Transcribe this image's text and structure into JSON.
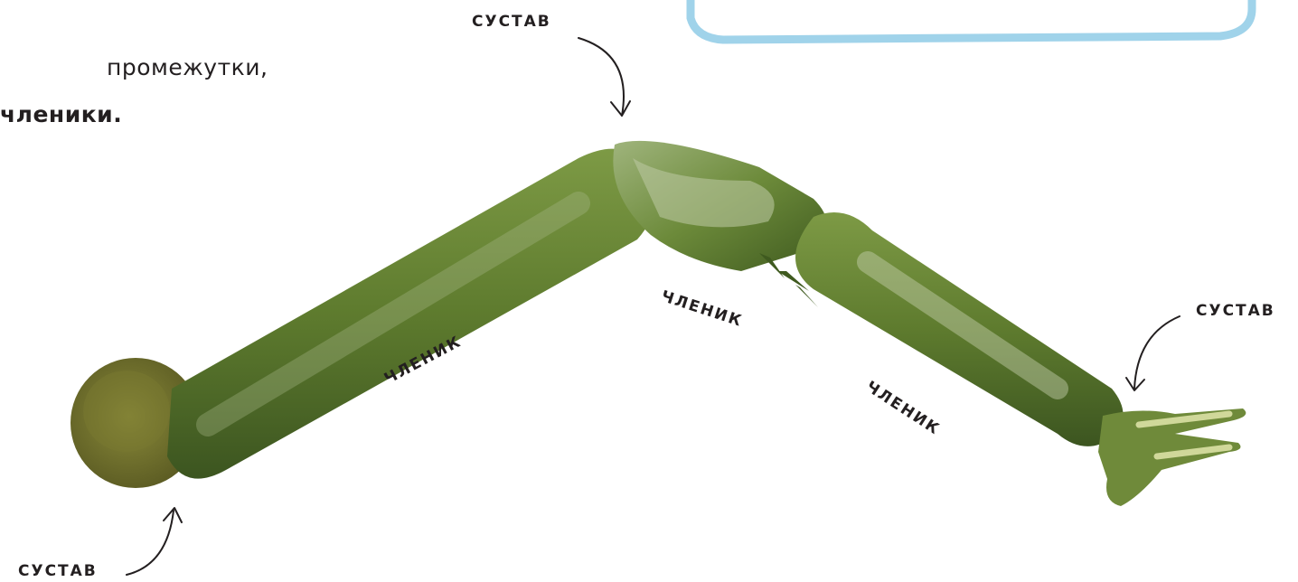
{
  "text": {
    "line1": "промежутки,",
    "line2": "членики."
  },
  "labels": {
    "joint_top": "СУСТАВ",
    "joint_right": "СУСТАВ",
    "joint_bottom": "СУСТАВ",
    "segment_left": "ЧЛЕНИК",
    "segment_middle": "ЧЛЕНИК",
    "segment_right": "ЧЛЕНИК"
  },
  "colors": {
    "leg_dark": "#3f5a1f",
    "leg_mid": "#6f8a3a",
    "leg_light": "#a9b98a",
    "box_border": "#8fcbe6",
    "arrow": "#231f20"
  }
}
